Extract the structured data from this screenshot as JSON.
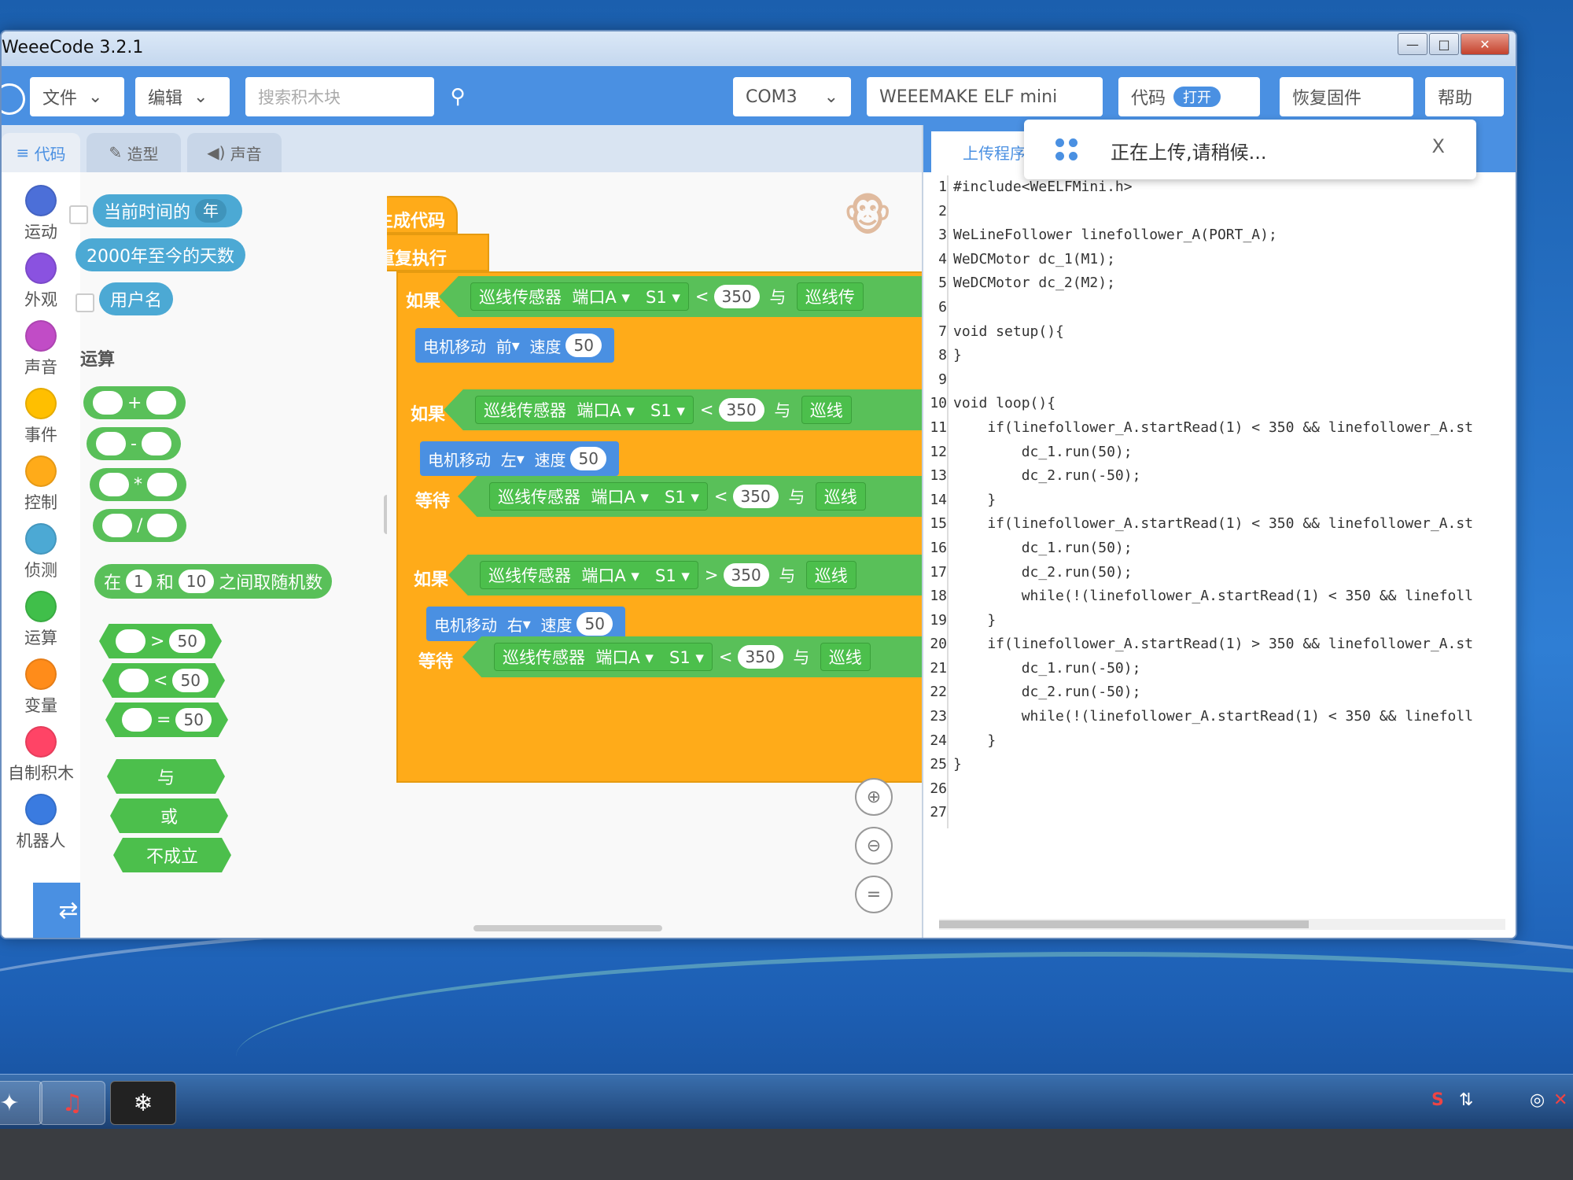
{
  "window": {
    "title": "WeeeCode 3.2.1"
  },
  "toolbar": {
    "file": "文件",
    "edit": "编辑",
    "search_placeholder": "搜索积木块",
    "port": "COM3",
    "board": "WEEEMAKE ELF mini",
    "code_toggle_label": "代码",
    "code_toggle_state": "打开",
    "restore": "恢复固件",
    "help": "帮助"
  },
  "tabs": {
    "code": "代码",
    "costume": "造型",
    "sound": "声音"
  },
  "categories": [
    {
      "label": "运动",
      "color": "#4c6fd8"
    },
    {
      "label": "外观",
      "color": "#8a52e0"
    },
    {
      "label": "声音",
      "color": "#c14cc6"
    },
    {
      "label": "事件",
      "color": "#ffbf00"
    },
    {
      "label": "控制",
      "color": "#ffab19"
    },
    {
      "label": "侦测",
      "color": "#4ca9d4"
    },
    {
      "label": "运算",
      "color": "#40bf4a"
    },
    {
      "label": "变量",
      "color": "#ff8c1a"
    },
    {
      "label": "自制积木",
      "color": "#ff4466"
    },
    {
      "label": "机器人",
      "color": "#3a7be0"
    }
  ],
  "palette": {
    "current_time": "当前时间的",
    "year": "年",
    "days_since_2000": "2000年至今的天数",
    "username": "用户名",
    "section_ops": "运算",
    "plus": "+",
    "minus": "-",
    "times": "*",
    "divide": "/",
    "random_in": "在",
    "random_from": "1",
    "random_and": "和",
    "random_to": "10",
    "random_label": "之间取随机数",
    "gt": ">",
    "lt": "<",
    "eq": "=",
    "fifty": "50",
    "and": "与",
    "or": "或",
    "not": "不成立"
  },
  "workspace": {
    "generate_code": "生成代码",
    "repeat": "重复执行",
    "if": "如果",
    "wait": "等待",
    "sensor": "巡线传感器",
    "port": "端口A",
    "s1": "S1",
    "lt": "<",
    "gt": ">",
    "threshold": "350",
    "and": "与",
    "sensor_cut": "巡线传",
    "sensor_cut2": "巡线",
    "motor_move": "电机移动",
    "forward": "前",
    "left": "左",
    "right": "右",
    "speed": "速度",
    "speed_val": "50"
  },
  "code_panel": {
    "upload_tab": "上传程序到",
    "line_numbers": [
      "1",
      "2",
      "3",
      "4",
      "5",
      "6",
      "7",
      "8",
      "9",
      "10",
      "11",
      "12",
      "13",
      "14",
      "15",
      "16",
      "17",
      "18",
      "19",
      "20",
      "21",
      "22",
      "23",
      "24",
      "25",
      "26",
      "27"
    ],
    "lines": [
      "#include<WeELFMini.h>",
      "",
      "WeLineFollower linefollower_A(PORT_A);",
      "WeDCMotor dc_1(M1);",
      "WeDCMotor dc_2(M2);",
      "",
      "void setup(){",
      "}",
      "",
      "void loop(){",
      "    if(linefollower_A.startRead(1) < 350 && linefollower_A.st",
      "        dc_1.run(50);",
      "        dc_2.run(-50);",
      "    }",
      "    if(linefollower_A.startRead(1) < 350 && linefollower_A.st",
      "        dc_1.run(50);",
      "        dc_2.run(50);",
      "        while(!(linefollower_A.startRead(1) < 350 && linefoll",
      "    }",
      "    if(linefollower_A.startRead(1) > 350 && linefollower_A.st",
      "        dc_1.run(-50);",
      "        dc_2.run(-50);",
      "        while(!(linefollower_A.startRead(1) < 350 && linefoll",
      "    }",
      "}",
      "",
      ""
    ]
  },
  "toast": {
    "message": "正在上传,请稍候...",
    "close": "X"
  },
  "colors": {
    "accent": "#4a90e2",
    "control": "#ffab19",
    "operator": "#59c059",
    "sensing": "#4ca9d4"
  }
}
